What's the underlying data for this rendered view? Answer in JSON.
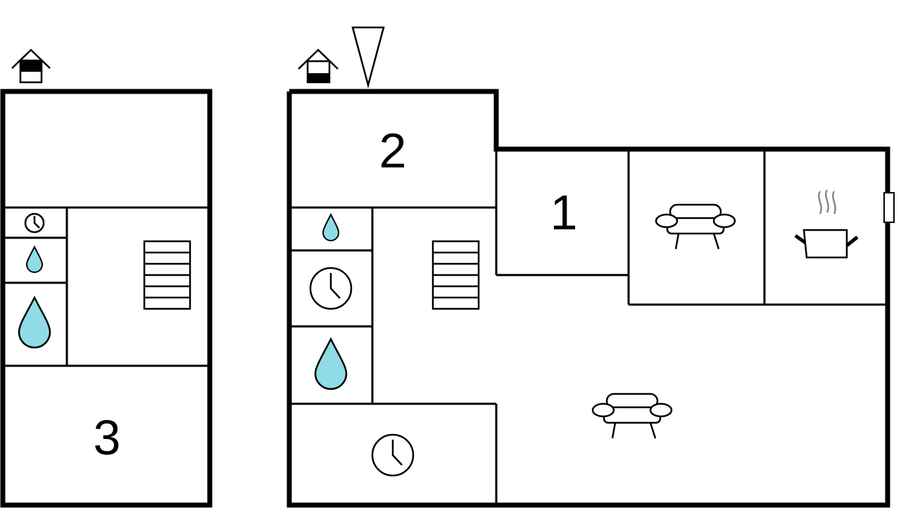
{
  "floors": [
    {
      "rooms": [
        {
          "number": "3"
        }
      ]
    },
    {
      "rooms": [
        {
          "number": "2"
        },
        {
          "number": "1"
        }
      ]
    }
  ],
  "colors": {
    "water": "#8fdce6",
    "wall": "#000000",
    "steam": "#888888"
  },
  "icons": [
    "entrance-icon",
    "north-arrow-icon",
    "clock-icon",
    "water-drop-icon",
    "stairs-icon",
    "sofa-icon",
    "cooking-pot-icon",
    "window-icon"
  ]
}
